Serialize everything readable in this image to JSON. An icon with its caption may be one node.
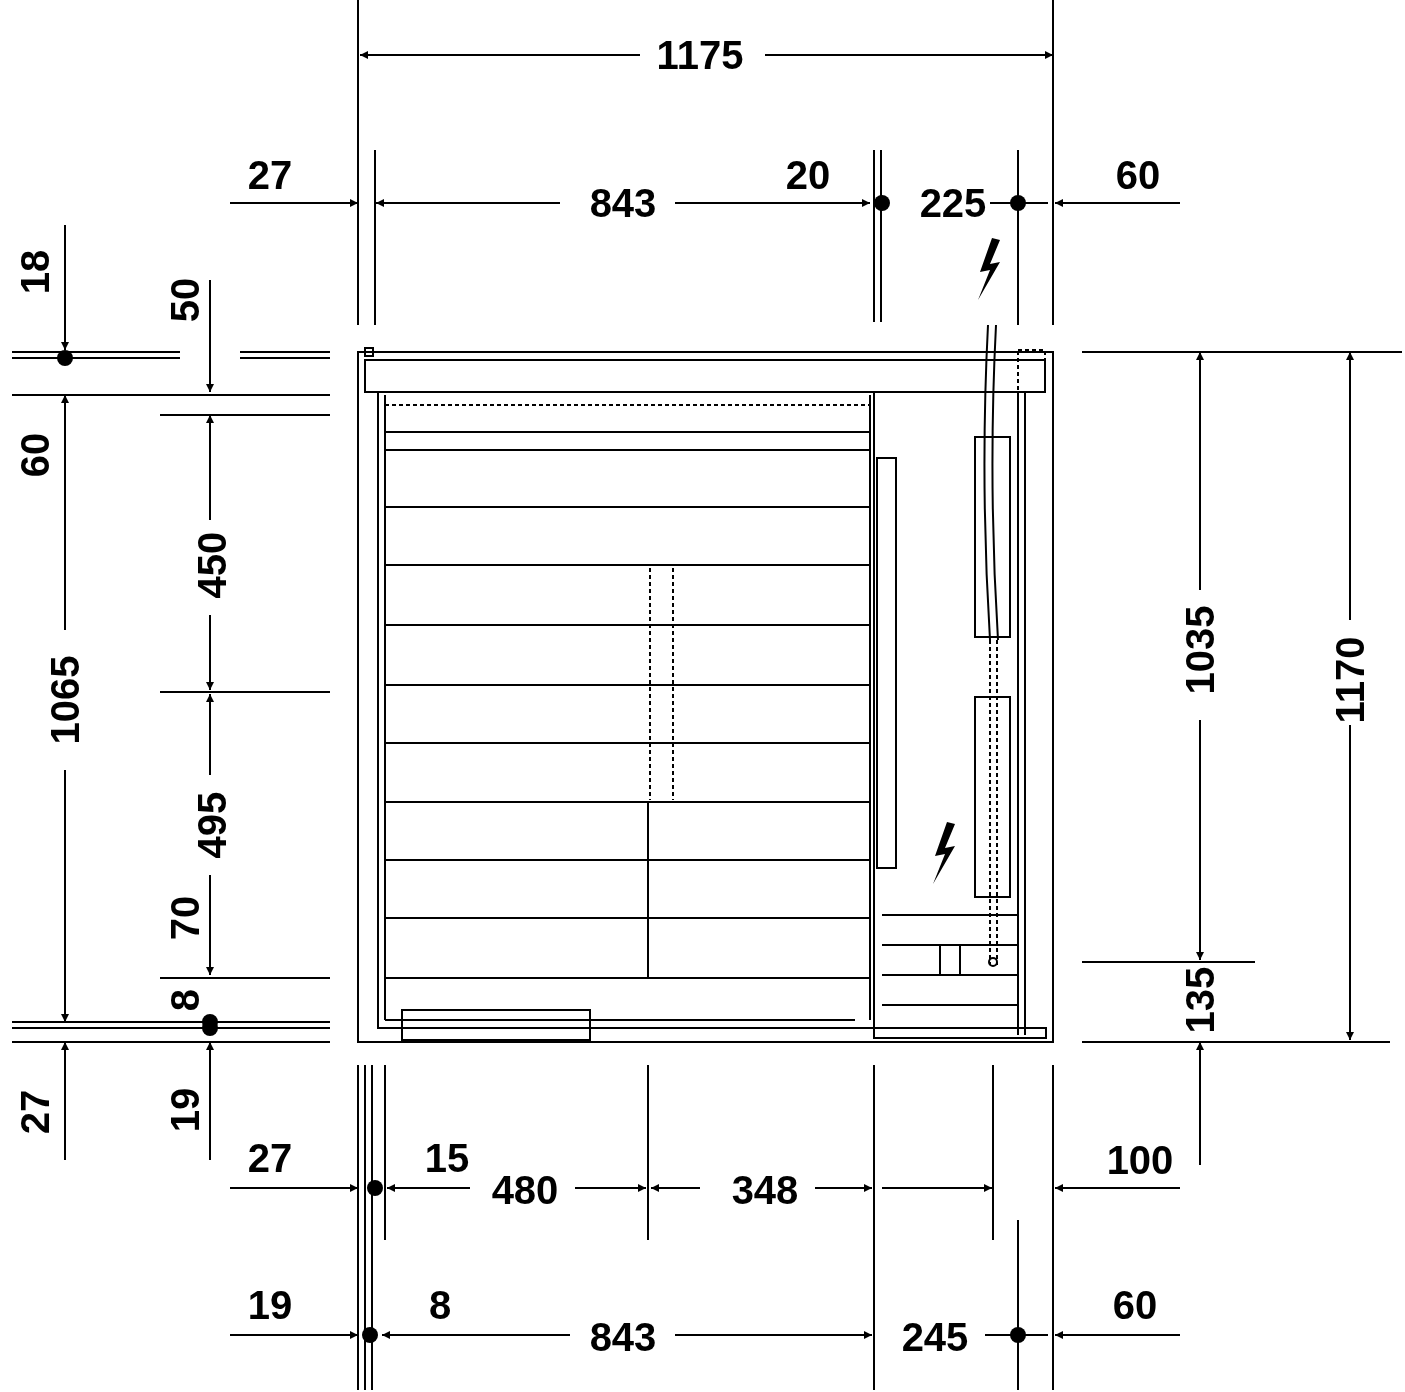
{
  "diagram": {
    "labels": [
      "1175",
      "27",
      "843",
      "20",
      "225",
      "60",
      "18",
      "50",
      "60",
      "450",
      "1065",
      "1035",
      "1170",
      "495",
      "70",
      "135",
      "8",
      "27",
      "19",
      "27",
      "15",
      "480",
      "348",
      "100",
      "19",
      "8",
      "843",
      "245",
      "60"
    ]
  }
}
